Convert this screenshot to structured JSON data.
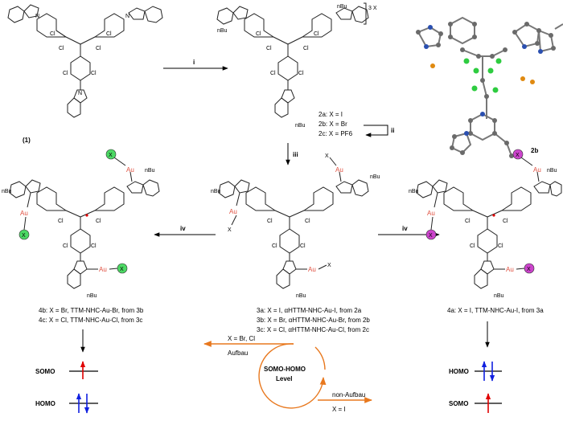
{
  "colors": {
    "au": "#e05040",
    "orange": "#e8781e",
    "x_green": "#4cd964",
    "x_magenta": "#cc44cc",
    "up_spin": "#e00000",
    "down_spin": "#1020e0",
    "radical": "#e00000"
  },
  "steps": {
    "i": "i",
    "ii": "ii",
    "iii": "iii",
    "iv_left": "iv",
    "iv_right": "iv"
  },
  "compound1": {
    "label": "(1)"
  },
  "salts": {
    "counter_ion": "3 X",
    "nbu": "nBu",
    "lines": [
      "2a: X = I",
      "2b: X = Br",
      "2c: X = PF6"
    ]
  },
  "crystal": {
    "label": "2b"
  },
  "center": {
    "lines": [
      "3a: X = I, αHTTM-NHC-Au-I, from 2a",
      "3b: X = Br, αHTTM-NHC-Au-Br, from 2b",
      "3c: X = Cl, αHTTM-NHC-Au-Cl, from 2c"
    ]
  },
  "left": {
    "lines": [
      "4b: X = Br, TTM-NHC-Au-Br, from 3b",
      "4c: X = Cl, TTM-NHC-Au-Cl, from 3c"
    ]
  },
  "right": {
    "lines": [
      "4a: X = I, TTM-NHC-Au-I, from 3a"
    ]
  },
  "atoms": {
    "cl": "Cl",
    "au": "Au",
    "x": "X",
    "n": "N",
    "nbu": "nBu"
  },
  "levels": {
    "left_top": "SOMO",
    "left_bottom": "HOMO",
    "right_top": "HOMO",
    "right_bottom": "SOMO"
  },
  "cycle": {
    "title": "SOMO-HOMO Level",
    "title_line1": "SOMO-HOMO",
    "title_line2": "Level",
    "aufbau_cond": "X = Br, Cl",
    "aufbau": "Aufbau",
    "nonaufbau": "non-Aufbau",
    "nonaufbau_cond": "X = I"
  }
}
